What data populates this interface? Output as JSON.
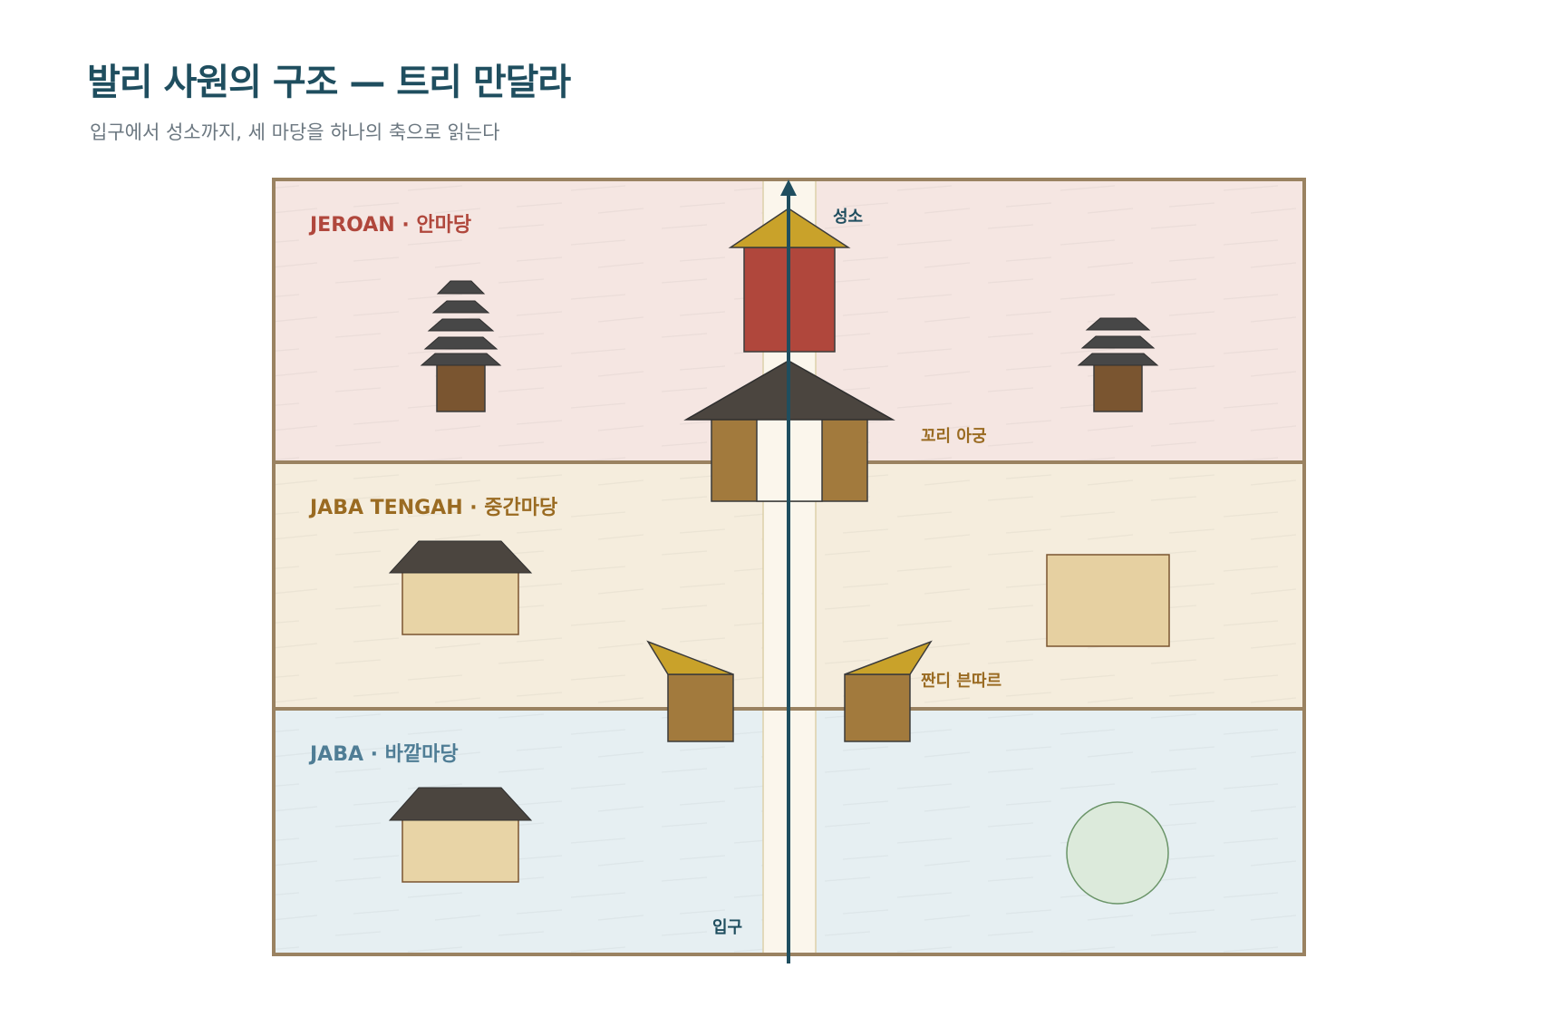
{
  "header": {
    "title": "발리 사원의 구조 — 트리 만달라",
    "subtitle": "입구에서 성소까지, 세 마당을 하나의 축으로 읽는다"
  },
  "zones": {
    "inner": {
      "label": "JEROAN · 안마당",
      "label_color": "#b0473c",
      "fill": "#f5e6e2"
    },
    "middle": {
      "label": "JABA TENGAH · 중간마당",
      "label_color": "#9a6b22",
      "fill": "#f5eddd"
    },
    "outer": {
      "label": "JABA · 바깥마당",
      "label_color": "#4f7d95",
      "fill": "#e6eff2"
    }
  },
  "labels": {
    "sanctuary": "성소",
    "kori_agung": "꼬리 아궁",
    "candi_bentar": "짠디 븐따르",
    "entrance": "입구"
  },
  "colors": {
    "wall": "#9a8261",
    "axis": "#1f4e5f",
    "roof_dark": "#4b453f",
    "meru_roof": "#474747",
    "wood": "#7a5530",
    "gate": "#a27a3d",
    "gold": "#c9a22a",
    "shrine_red": "#b0473c",
    "pavilion_base": "#e8d4a6",
    "pool": "#dceadb"
  }
}
